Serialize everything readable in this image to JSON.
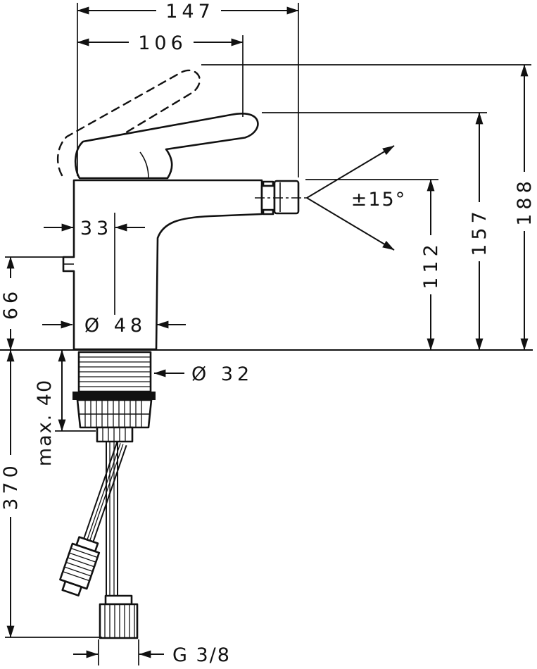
{
  "drawing": {
    "name": "bidet-mixer-installation-dimensions",
    "colors": {
      "line": "#111111",
      "background": "#ffffff"
    },
    "dims": {
      "total_width": "147",
      "spout_width": "106",
      "total_height": "188",
      "handle_height": "157",
      "spout_height": "112",
      "spout_swivel": "±15°",
      "handle_offset": "33",
      "base_height": "66",
      "body_diameter": "Ø 48",
      "shank_diameter": "Ø 32",
      "max_mounting_thickness": "max. 40",
      "hose_length": "370",
      "connection_thread": "G 3/8"
    }
  }
}
